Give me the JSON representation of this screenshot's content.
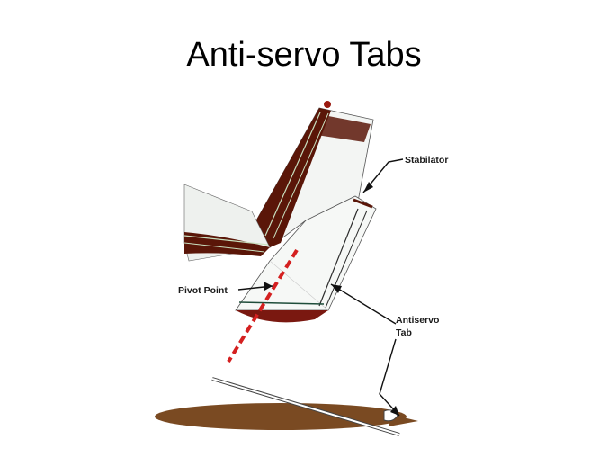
{
  "slide": {
    "title": "Anti-servo Tabs"
  },
  "diagram": {
    "labels": {
      "stabilator": "Stabilator",
      "pivot_point": "Pivot Point",
      "antiservo_line1": "Antiservo",
      "antiservo_line2": "Tab"
    },
    "colors": {
      "tail_fill": "#5a1608",
      "airfoil_fill": "#7a4a22",
      "pivot_line": "#d42020",
      "surface_white": "#f4f6f4",
      "outline": "#2a2a2a"
    }
  }
}
